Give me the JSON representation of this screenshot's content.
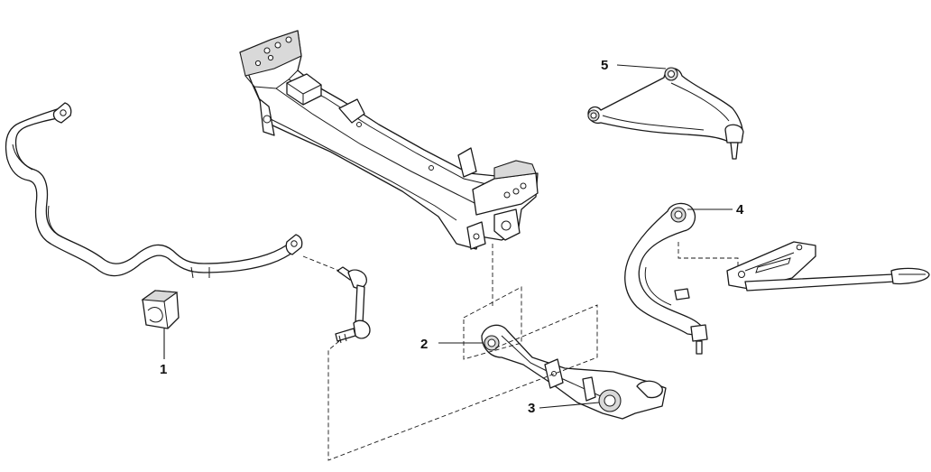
{
  "callouts": {
    "c1": "1",
    "c2": "2",
    "c3": "3",
    "c4": "4",
    "c5": "5"
  },
  "colors": {
    "line": "#1a1a1a",
    "shade": "#d9d9d9",
    "background": "#ffffff"
  }
}
